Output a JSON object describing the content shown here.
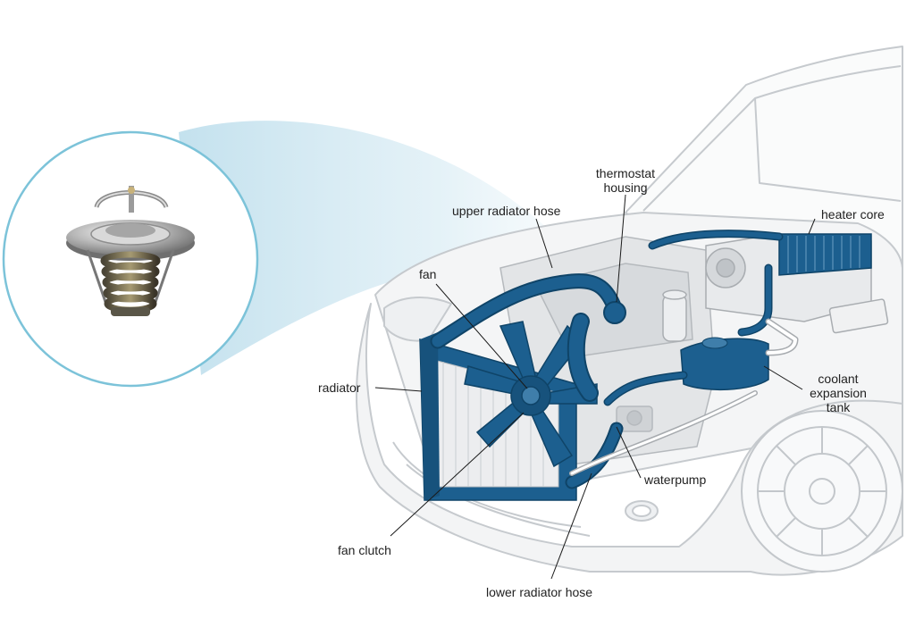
{
  "labels": {
    "thermostat_housing_line1": "thermostat",
    "thermostat_housing_line2": "housing",
    "upper_radiator_hose": "upper radiator hose",
    "heater_core": "heater core",
    "fan": "fan",
    "radiator": "radiator",
    "coolant_expansion_tank_line1": "coolant",
    "coolant_expansion_tank_line2": "expansion",
    "coolant_expansion_tank_line3": "tank",
    "waterpump": "waterpump",
    "fan_clutch": "fan clutch",
    "lower_radiator_hose": "lower radiator hose"
  },
  "colors": {
    "coolant_blue": "#1c5f8f",
    "coolant_blue_dark": "#0f4468",
    "car_outline": "#c8ccd0",
    "car_fill": "#f6f7f8",
    "engine_fill": "#e4e6e8",
    "magnifier_ring": "#7cc3d9",
    "beam_blue": "#b9dceb"
  }
}
